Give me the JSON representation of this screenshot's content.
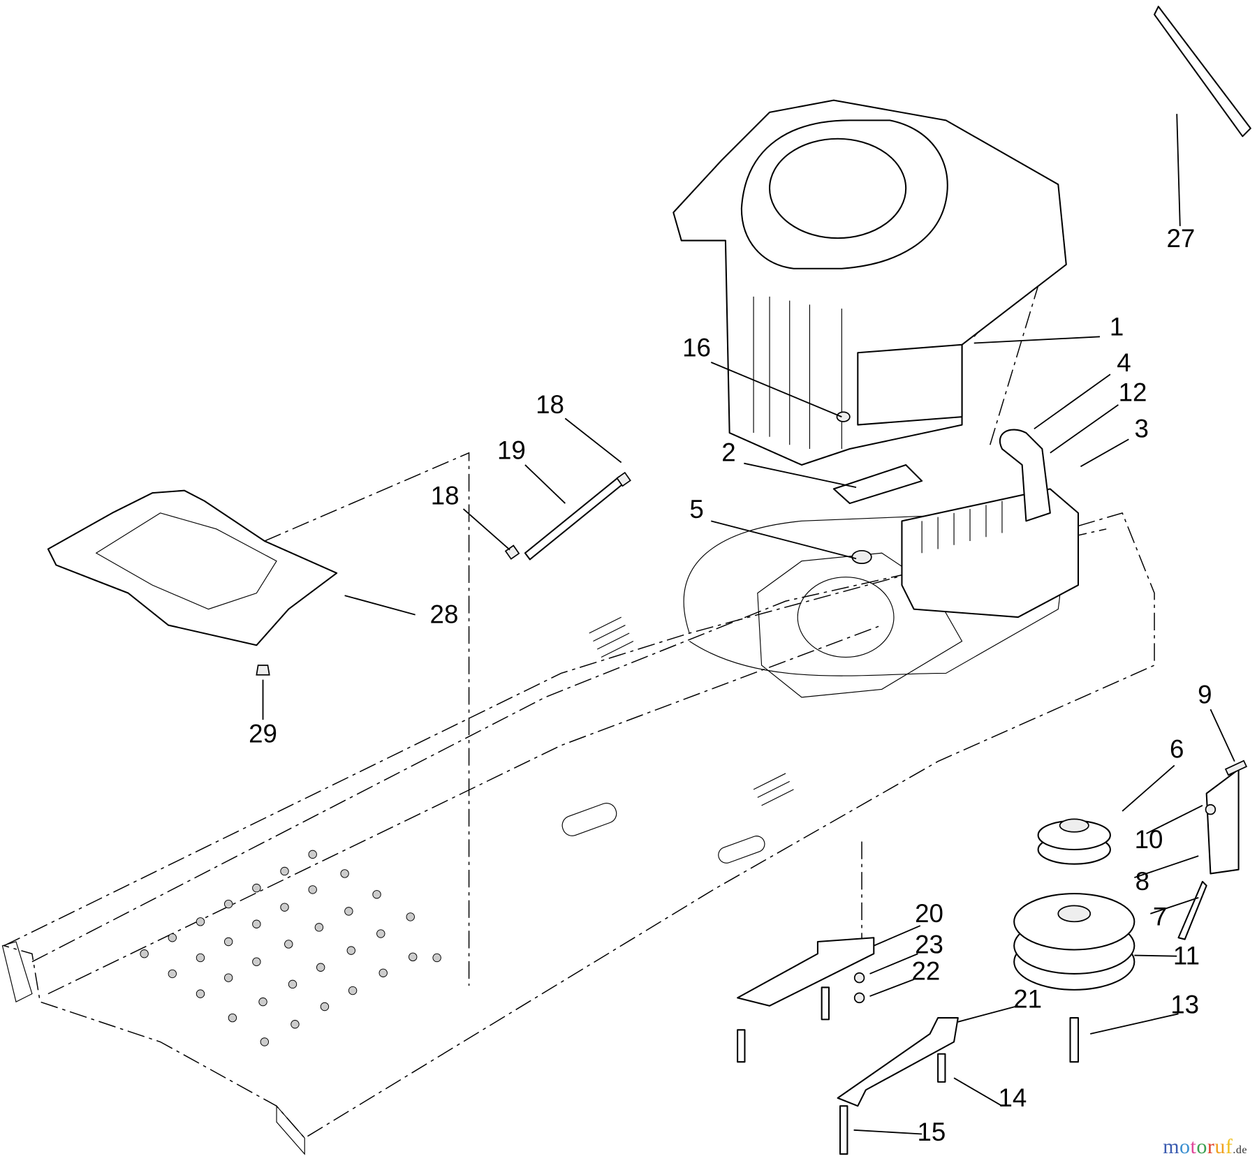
{
  "callouts": {
    "c27": "27",
    "c1": "1",
    "c16": "16",
    "c4": "4",
    "c12": "12",
    "c3": "3",
    "c18a": "18",
    "c19": "19",
    "c18b": "18",
    "c2": "2",
    "c5": "5",
    "c28": "28",
    "c29": "29",
    "c9": "9",
    "c6": "6",
    "c10": "10",
    "c8": "8",
    "c7": "7",
    "c20": "20",
    "c23": "23",
    "c22": "22",
    "c11": "11",
    "c21": "21",
    "c13": "13",
    "c14": "14",
    "c15": "15"
  },
  "watermark": {
    "letters": [
      "m",
      "o",
      "t",
      "o",
      "r",
      "u",
      "f"
    ],
    "colors": [
      "#3a5bb0",
      "#3a8fd0",
      "#e0479a",
      "#3aa050",
      "#e0402a",
      "#f0a020",
      "#f0c020"
    ],
    "suffix": ".de"
  }
}
